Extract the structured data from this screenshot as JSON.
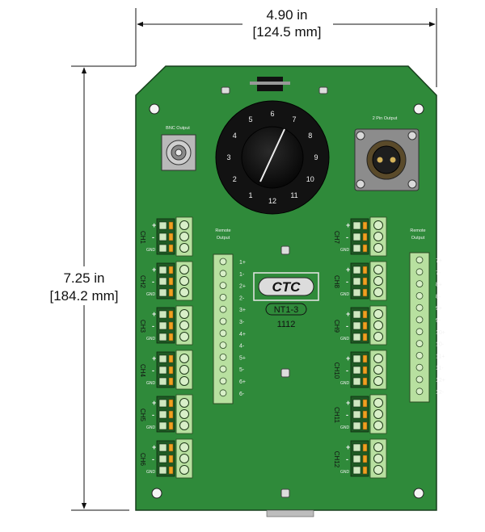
{
  "dimensions": {
    "width_in": "4.90 in",
    "width_mm": "[124.5 mm]",
    "height_in": "7.25 in",
    "height_mm": "[184.2 mm]"
  },
  "connectors": {
    "bnc_label": "BNC Output",
    "pin_label": "2 Pin Output"
  },
  "rotary_dial": {
    "numbers": [
      "1",
      "2",
      "3",
      "4",
      "5",
      "6",
      "7",
      "8",
      "9",
      "10",
      "11",
      "12"
    ]
  },
  "remote_left": {
    "title_line1": "Remote",
    "title_line2": "Output",
    "pins": [
      "1+",
      "1-",
      "2+",
      "2-",
      "3+",
      "3-",
      "4+",
      "4-",
      "5+",
      "5-",
      "6+",
      "6-"
    ]
  },
  "remote_right": {
    "title_line1": "Remote",
    "title_line2": "Output",
    "pins": [
      "7+",
      "7-",
      "8+",
      "8-",
      "9+",
      "9-",
      "10+",
      "10-",
      "11+",
      "11-",
      "12+",
      "12-"
    ]
  },
  "channels_left": [
    "CH1",
    "CH2",
    "CH3",
    "CH4",
    "CH5",
    "CH6"
  ],
  "channels_right": [
    "CH7",
    "CH8",
    "CH9",
    "CH10",
    "CH11",
    "CH12"
  ],
  "terminal_marks": {
    "plus": "+",
    "minus": "-",
    "gnd": "GND"
  },
  "logo_text": "CTC",
  "model": {
    "line1": "NT1-3",
    "line2": "1112"
  }
}
